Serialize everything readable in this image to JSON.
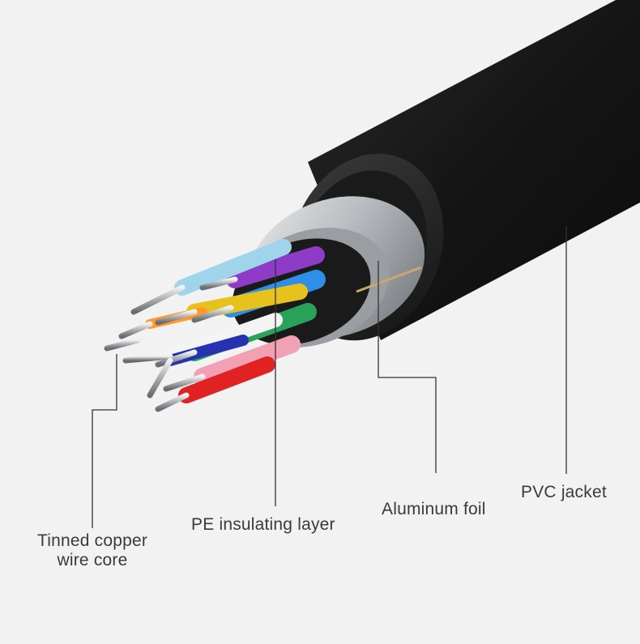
{
  "labels": {
    "copper_line1": "Tinned copper",
    "copper_line2": "wire core",
    "pe": "PE insulating layer",
    "foil": "Aluminum foil",
    "pvc": "PVC jacket"
  },
  "colors": {
    "background": "#f2f2f2",
    "jacket": "#1c1c1c",
    "foil": "#b9bcc0",
    "leader_line": "#333333",
    "wires": [
      "#8e3cc8",
      "#2f8fe6",
      "#e8c21c",
      "#29a35a",
      "#f2a0b4",
      "#e02222",
      "#9fd4ea",
      "#2632b0",
      "#ff9a2a",
      "#f4f4f4"
    ]
  }
}
